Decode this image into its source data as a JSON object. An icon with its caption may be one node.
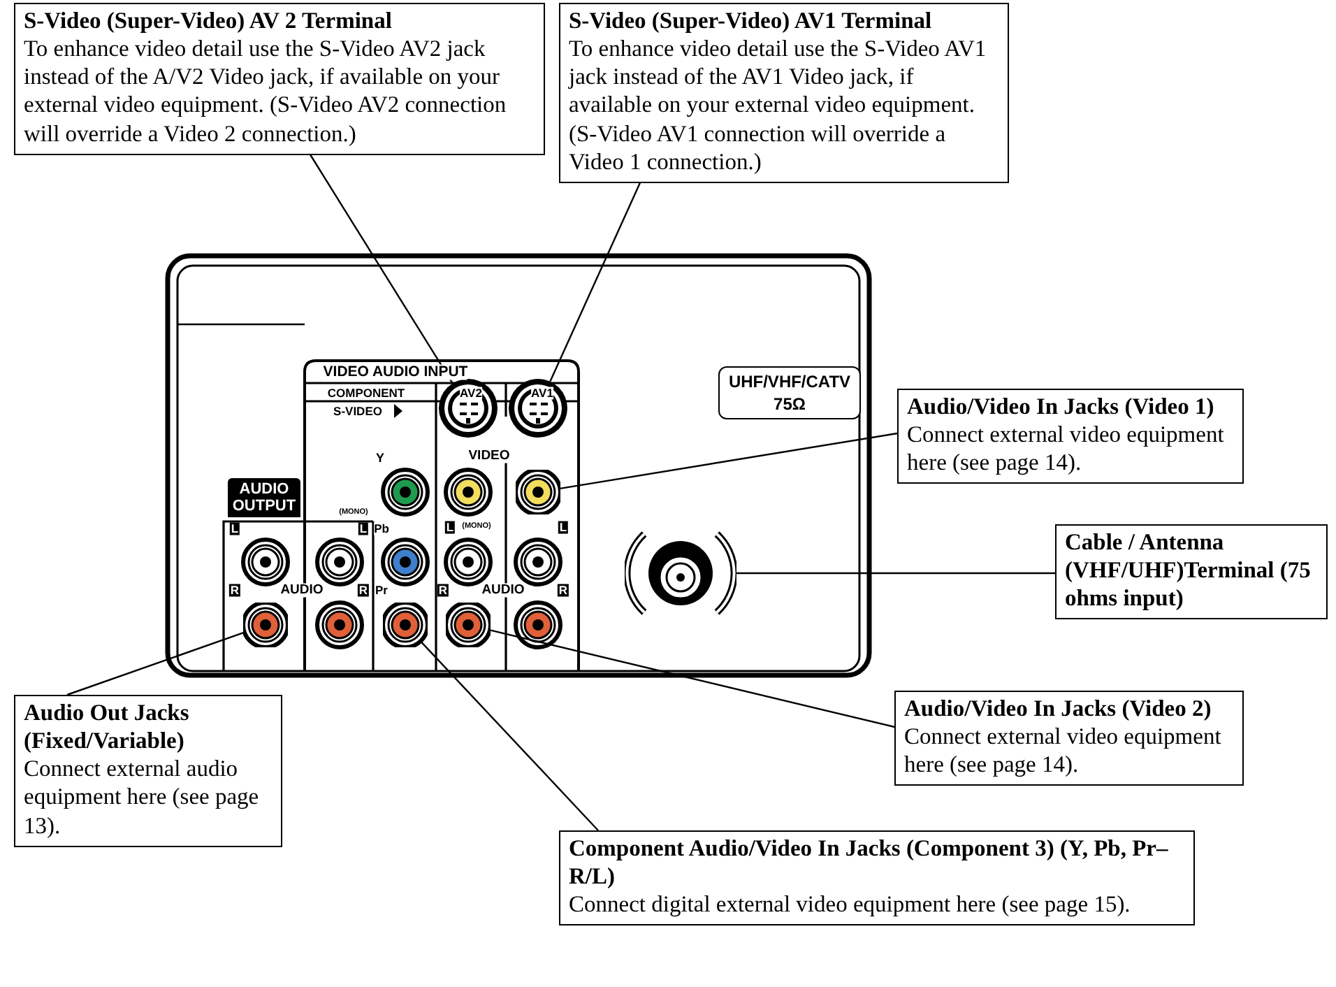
{
  "diagram": {
    "nodes": [
      {
        "text": [
          "S-Video (Super-Video) AV 2 Terminal",
          "To enhance video detail use the S-Video AV2 jack instead of the A/V2 Video jack, if available on your external video equipment. (S-Video AV2 connection will override a Video 2 connection.)"
        ]
      },
      {
        "text": [
          "S-Video (Super-Video) AV1 Terminal",
          "To enhance video detail use the S-Video AV1 jack instead of the AV1 Video jack, if available on your external video equipment. (S-Video AV1 connection will override a Video 1 connection.)"
        ]
      },
      {
        "text": [
          "Audio/Video In Jacks (Video 1)",
          "Connect external video equipment here (see page 14)."
        ]
      },
      {
        "text": [
          "Cable / Antenna (VHF/UHF)Terminal (75 ohms input)"
        ]
      },
      {
        "text": [
          "Audio/Video In Jacks (Video 2)",
          "Connect external video equipment here (see page 14)."
        ]
      },
      {
        "text": [
          "Audio Out Jacks (Fixed/Variable)",
          "Connect external audio equipment here (see page 13)."
        ]
      },
      {
        "text": [
          "Component Audio/Video In Jacks (Component 3) (Y, Pb, Pr–R/L)",
          "Connect digital external video equipment here (see page 15)."
        ]
      },
      {
        "text": [
          "UHF/VHF/CATV 75Ω"
        ]
      },
      {
        "text": [
          "AUDIO OUTPUT"
        ]
      },
      {
        "text": [],
        "shape": "circle"
      },
      {
        "text": [],
        "shape": "circle"
      },
      {
        "text": [],
        "shape": "circle"
      },
      {
        "text": [],
        "shape": "circle"
      },
      {
        "text": [],
        "shape": "circle"
      },
      {
        "text": [],
        "shape": "circle"
      },
      {
        "text": [],
        "shape": "circle"
      }
    ],
    "edges": [
      {
        "from": 0,
        "to": 9,
        "arrow": "none"
      },
      {
        "from": 1,
        "to": 10,
        "arrow": "none"
      },
      {
        "from": 2,
        "to": 11,
        "arrow": "none"
      },
      {
        "from": 3,
        "to": 12,
        "arrow": "none"
      },
      {
        "from": 4,
        "to": 15,
        "arrow": "none"
      },
      {
        "from": 5,
        "to": 13,
        "arrow": "none"
      },
      {
        "from": 6,
        "to": 14,
        "arrow": "none"
      }
    ],
    "labels": [
      "VIDEO AUDIO INPUT",
      "COMPONENT",
      "AV2",
      "AV1",
      "S-VIDEO",
      "Y",
      "VIDEO",
      "(MONO)",
      "L",
      "L",
      "Pb",
      "L",
      "(MONO)",
      "L",
      "R",
      "AUDIO",
      "R",
      "Pr",
      "R",
      "AUDIO",
      "R"
    ]
  }
}
